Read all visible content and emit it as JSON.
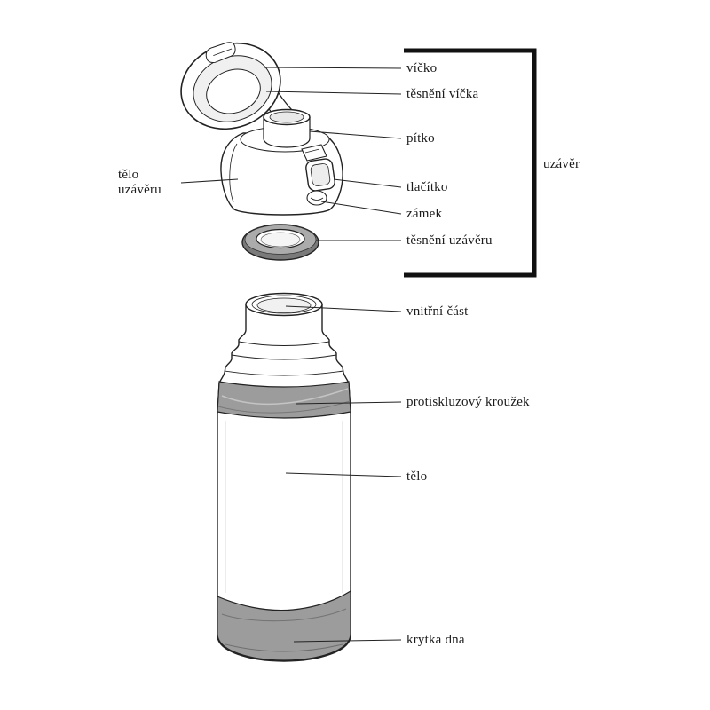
{
  "diagram": {
    "cap_labels": {
      "vicko": "víčko",
      "tesneni_vicka": "těsnění víčka",
      "pitko": "pítko",
      "telo_uzaveru": "tělo uzávěru",
      "tlacitko": "tlačítko",
      "zamek": "zámek",
      "tesneni_uzaveru": "těsnění uzávěru",
      "uzaver": "uzávěr"
    },
    "bottle_labels": {
      "vnitrni_cast": "vnitřní část",
      "protiskluzovy_krouzek": "protiskluzový kroužek",
      "telo": "tělo",
      "krytka_dna": "krytka dna"
    },
    "colors": {
      "background": "#ffffff",
      "line": "#222222",
      "bracket": "#111111",
      "band_gray": "#9c9c9c",
      "ring_dark_gray": "#7a7a7a",
      "ring_light_gray": "#ababab",
      "inner_light_gray": "#ededed"
    }
  }
}
